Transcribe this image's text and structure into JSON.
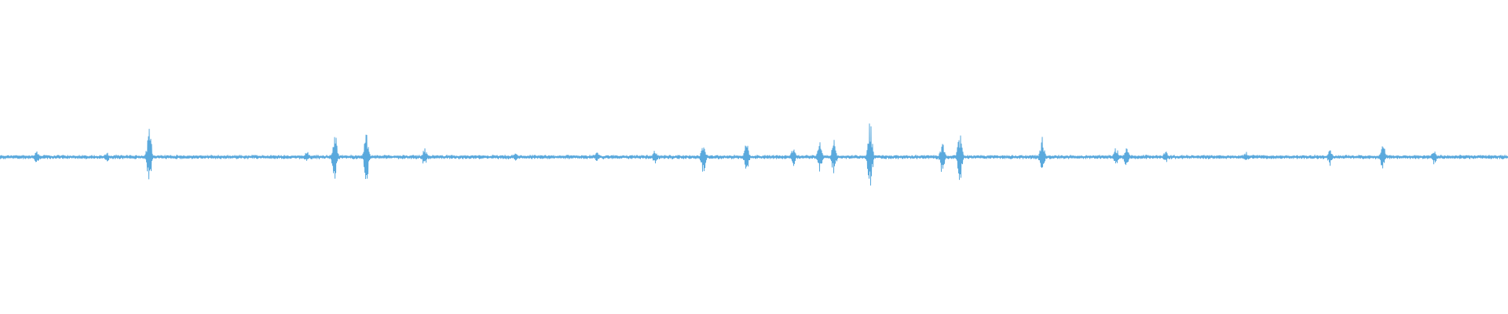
{
  "waveform": {
    "color": "#5aa9dd",
    "background": "#ffffff",
    "baseline_amplitude": 0.03,
    "peaks": [
      {
        "t": 0.0245,
        "amp": 0.09
      },
      {
        "t": 0.071,
        "amp": 0.06
      },
      {
        "t": 0.099,
        "amp": 0.4
      },
      {
        "t": 0.2035,
        "amp": 0.08
      },
      {
        "t": 0.222,
        "amp": 0.34
      },
      {
        "t": 0.243,
        "amp": 0.34
      },
      {
        "t": 0.2815,
        "amp": 0.12
      },
      {
        "t": 0.342,
        "amp": 0.05
      },
      {
        "t": 0.396,
        "amp": 0.06
      },
      {
        "t": 0.4345,
        "amp": 0.1
      },
      {
        "t": 0.4665,
        "amp": 0.22
      },
      {
        "t": 0.495,
        "amp": 0.2
      },
      {
        "t": 0.526,
        "amp": 0.12
      },
      {
        "t": 0.5435,
        "amp": 0.2
      },
      {
        "t": 0.553,
        "amp": 0.22
      },
      {
        "t": 0.577,
        "amp": 0.46
      },
      {
        "t": 0.625,
        "amp": 0.24
      },
      {
        "t": 0.6365,
        "amp": 0.32
      },
      {
        "t": 0.691,
        "amp": 0.26
      },
      {
        "t": 0.74,
        "amp": 0.14
      },
      {
        "t": 0.747,
        "amp": 0.12
      },
      {
        "t": 0.773,
        "amp": 0.08
      },
      {
        "t": 0.8265,
        "amp": 0.07
      },
      {
        "t": 0.882,
        "amp": 0.12
      },
      {
        "t": 0.917,
        "amp": 0.18
      },
      {
        "t": 0.951,
        "amp": 0.1
      }
    ]
  }
}
